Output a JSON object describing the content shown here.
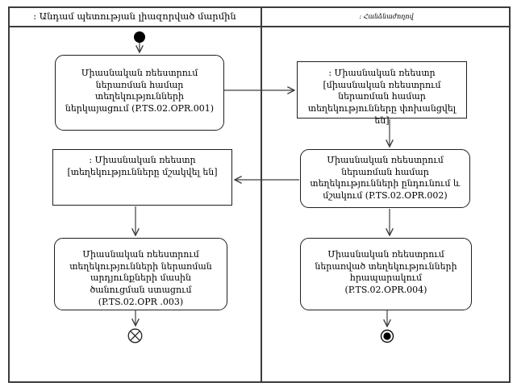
{
  "diagram": {
    "lanes": {
      "left": {
        "title": ": Անդամ պետության լիազորված մարմին"
      },
      "right": {
        "title": ": Հանձնաժողով"
      }
    },
    "nodes": {
      "submit": {
        "type": "action",
        "label": "Միասնական ռեեստրում ներառման համար տեղեկությունների ներկայացում (P.TS.02.OPR.001)"
      },
      "transferred": {
        "type": "object",
        "label": ": Միասնական ռեեստր [միասնական ռեեստրում ներառման համար տեղեկությունները փոխանցվել են]"
      },
      "process": {
        "type": "action",
        "label": "Միասնական ռեեստրում ներառման համար տեղեկությունների ընդունում և մշակում (P.TS.02.OPR.002)"
      },
      "processed": {
        "type": "object",
        "label": ": Միասնական ռեեստր [տեղեկությունները մշակվել են]"
      },
      "notify": {
        "type": "action",
        "label": "Միասնական ռեեստրում տեղեկությունների ներառման արդյունքների մասին ծանուցման ստացում (P.TS.02.OPR .003)"
      },
      "publish": {
        "type": "action",
        "label": "Միասնական ռեեստրում ներառված տեղեկությունների հրապարակում (P.TS.02.OPR.004)"
      }
    },
    "icons": {
      "initial_node": "filled-circle",
      "flow_final": "circle-x",
      "activity_final": "bullseye"
    },
    "colors": {
      "line": "#3f3f3f",
      "node_border": "#1f1f1f",
      "frame": "#3c3c3c",
      "background": "#ffffff",
      "text": "#000000"
    }
  }
}
